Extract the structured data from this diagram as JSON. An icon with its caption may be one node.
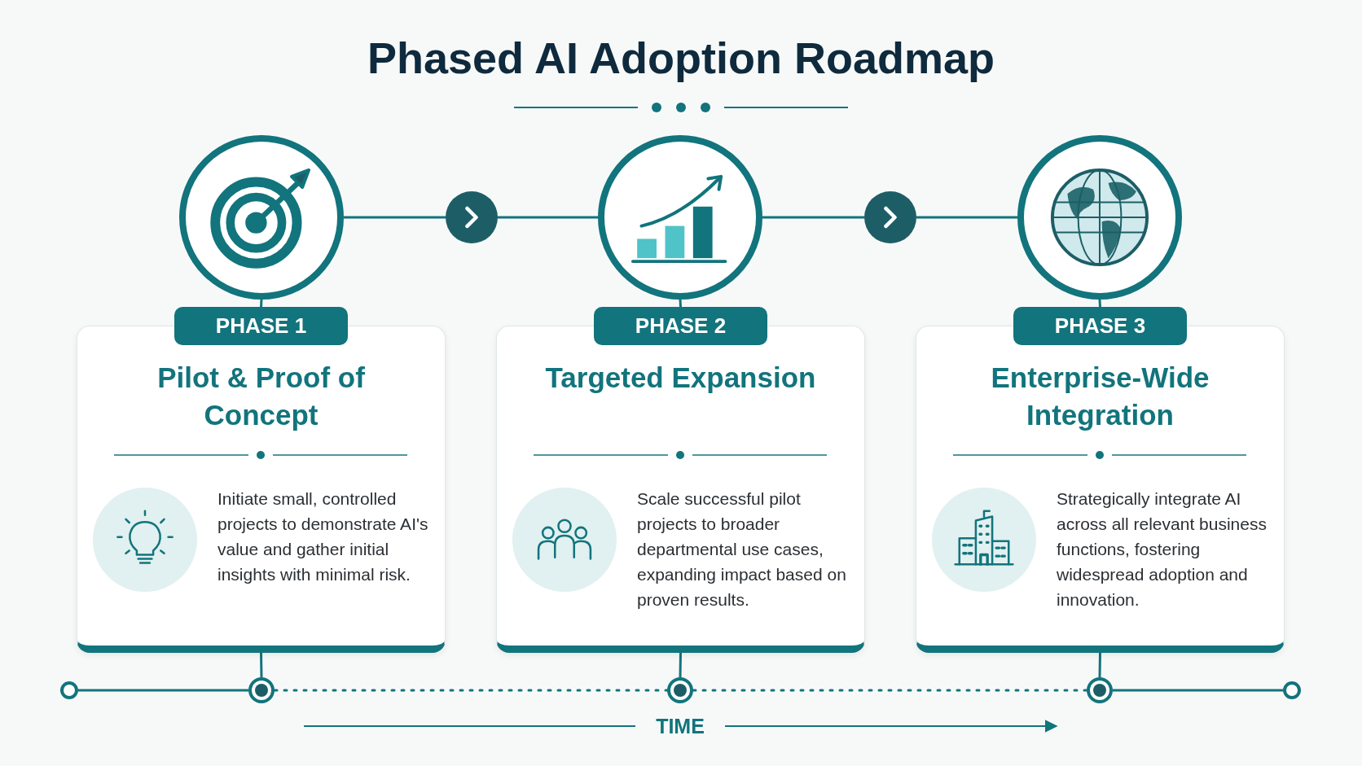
{
  "diagram": {
    "title": "Phased AI Adoption Roadmap",
    "nodes": [
      {
        "text": [],
        "shape": "circle"
      },
      {
        "text": [],
        "shape": "circle"
      },
      {
        "text": [],
        "shape": "circle"
      },
      {
        "text": [
          "PHASE 1",
          "Pilot & Proof of Concept",
          "Initiate small, controlled projects to demonstrate AI's value and gather initial insights with minimal risk."
        ]
      },
      {
        "text": [
          "PHASE 2",
          "Targeted Expansion",
          "Scale successful pilot projects to broader departmental use cases, expanding impact based on proven results."
        ]
      },
      {
        "text": [
          "PHASE 3",
          "Enterprise-Wide Integration",
          "Strategically integrate AI across all relevant business functions, fostering widespread adoption and innovation."
        ]
      },
      {
        "text": [],
        "shape": "circle"
      },
      {
        "text": [],
        "shape": "circle"
      },
      {
        "text": [],
        "shape": "circle"
      },
      {
        "text": [],
        "shape": "circle"
      },
      {
        "text": [],
        "shape": "circle"
      },
      {
        "text": [],
        "shape": "circle"
      },
      {
        "text": [],
        "shape": "circle"
      }
    ],
    "edges": [
      {
        "from": 0,
        "to": 11,
        "arrow": "none"
      },
      {
        "from": 11,
        "to": 1,
        "arrow": "none"
      },
      {
        "from": 1,
        "to": 12,
        "arrow": "none"
      },
      {
        "from": 12,
        "to": 2,
        "arrow": "none"
      },
      {
        "from": 0,
        "to": 3,
        "arrow": "none"
      },
      {
        "from": 1,
        "to": 4,
        "arrow": "none"
      },
      {
        "from": 2,
        "to": 5,
        "arrow": "none"
      },
      {
        "from": 3,
        "to": 7,
        "arrow": "none"
      },
      {
        "from": 4,
        "to": 8,
        "arrow": "none"
      },
      {
        "from": 5,
        "to": 9,
        "arrow": "none"
      },
      {
        "from": 6,
        "to": 7,
        "arrow": "none"
      },
      {
        "from": 7,
        "to": 8,
        "arrow": "none",
        "style": "dashed"
      },
      {
        "from": 8,
        "to": 9,
        "arrow": "none",
        "style": "dashed"
      },
      {
        "from": 9,
        "to": 10,
        "arrow": "none"
      }
    ],
    "labels": [
      "TIME"
    ]
  }
}
